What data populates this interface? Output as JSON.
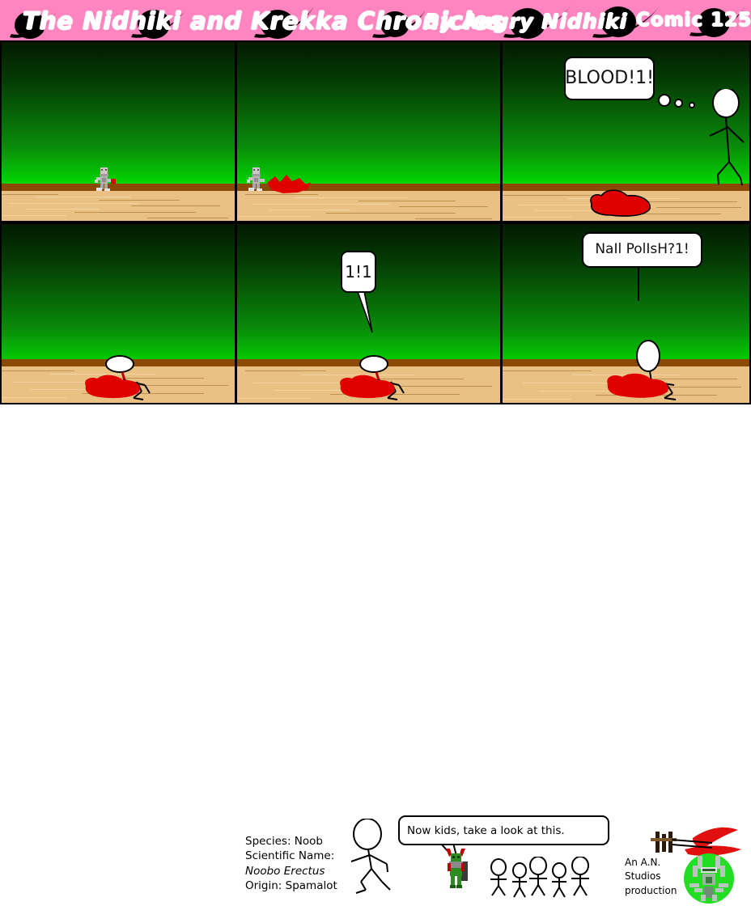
{
  "banner": {
    "title": "The Nidhiki and Krekka Chronicles",
    "byline": "By Angry Nidhiki",
    "comic_number": "Comic 125",
    "bg_color": "#ff85c0",
    "text_color": "#ffffff",
    "ornament_color": "#000000"
  },
  "comic": {
    "panel_count": 6,
    "rows": 2,
    "columns": 3,
    "sky_top_color": "#021a02",
    "sky_bottom_color": "#00ff2a",
    "floor_color": "#e9c184",
    "floor_trim_color": "#8a4a06",
    "blood_color": "#e00000",
    "panels": [
      {
        "id": "panel-1",
        "index": 1,
        "characters": [
          "silver-robot"
        ],
        "speech": null,
        "note": "silver robot standing on floor"
      },
      {
        "id": "panel-2",
        "index": 2,
        "characters": [
          "silver-robot"
        ],
        "speech": null,
        "note": "silver robot with red blood spray"
      },
      {
        "id": "panel-3",
        "index": 3,
        "characters": [
          "stick-figure"
        ],
        "speech": "BLOOD!1!",
        "speech_style": "thought",
        "note": "stick figure approaches blood pool"
      },
      {
        "id": "panel-4",
        "index": 4,
        "characters": [
          "stick-figure"
        ],
        "speech": null,
        "note": "stick figure crouched over blood pool"
      },
      {
        "id": "panel-5",
        "index": 5,
        "characters": [
          "stick-figure"
        ],
        "speech": "1!1",
        "speech_style": "speech",
        "note": "stick figure crouched, exclaiming"
      },
      {
        "id": "panel-6",
        "index": 6,
        "characters": [
          "stick-figure"
        ],
        "speech": "NaIl PolIsH?1!",
        "speech_style": "speech",
        "note": "stick figure sitting by blood pool"
      }
    ]
  },
  "footer": {
    "species_card": {
      "species_label": "Species:  Noob",
      "scientific_label": "Scientific Name:",
      "scientific_name": "Noobo Erectus",
      "origin_label": "Origin:  Spamalot"
    },
    "teacher_speech": "Now kids, take a look at this.",
    "studio_credit_line1": "An A.N.",
    "studio_credit_line2": "Studios",
    "studio_credit_line3": "production",
    "student_count": 5,
    "logo": {
      "circle_color": "#22dd22",
      "wing_color": "#e01010",
      "body_color": "#9aa8a0"
    }
  }
}
